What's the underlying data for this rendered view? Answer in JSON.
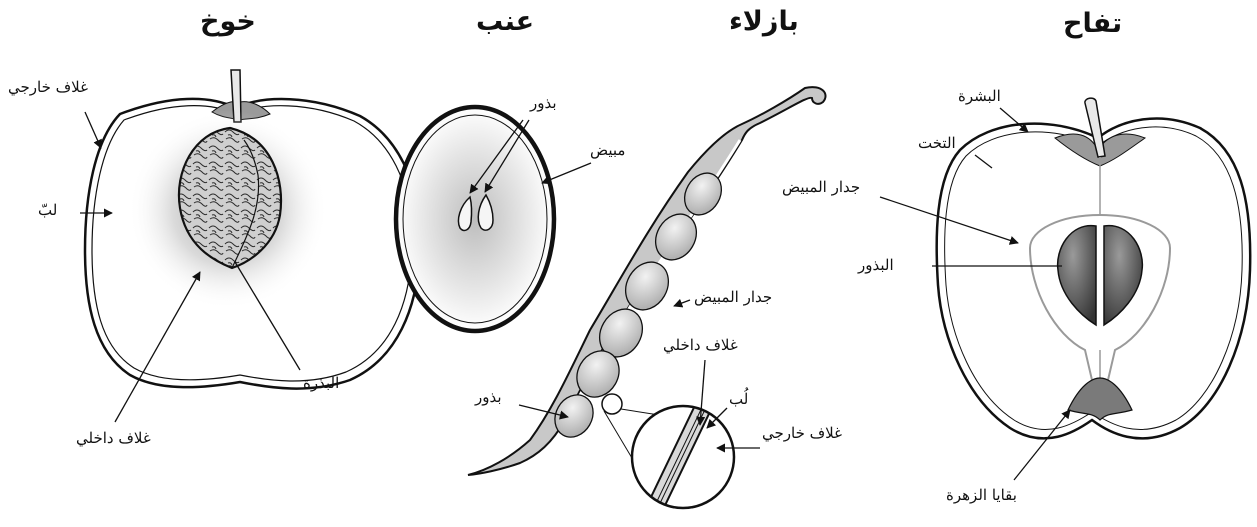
{
  "figures": [
    {
      "id": "peach",
      "title": "خوخ",
      "labels": {
        "exocarp": "غلاف خارجي",
        "mesocarp": "لبّ",
        "seed": "البذرة",
        "endocarp": "غلاف داخلي"
      }
    },
    {
      "id": "grape",
      "title": "عنب",
      "labels": {
        "seeds": "بذور",
        "ovary": "مبيض"
      }
    },
    {
      "id": "pea",
      "title": "بازلاء",
      "labels": {
        "ovary_wall": "جدار المبيض",
        "endocarp": "غلاف داخلي",
        "mesocarp": "لُب",
        "exocarp": "غلاف خارجي",
        "seeds": "بذور"
      }
    },
    {
      "id": "apple",
      "title": "تفاح",
      "labels": {
        "skin": "البشرة",
        "receptacle": "التخت",
        "ovary_wall": "جدار المبيض",
        "seeds": "البذور",
        "flower_remains": "بقايا الزهرة"
      }
    }
  ]
}
